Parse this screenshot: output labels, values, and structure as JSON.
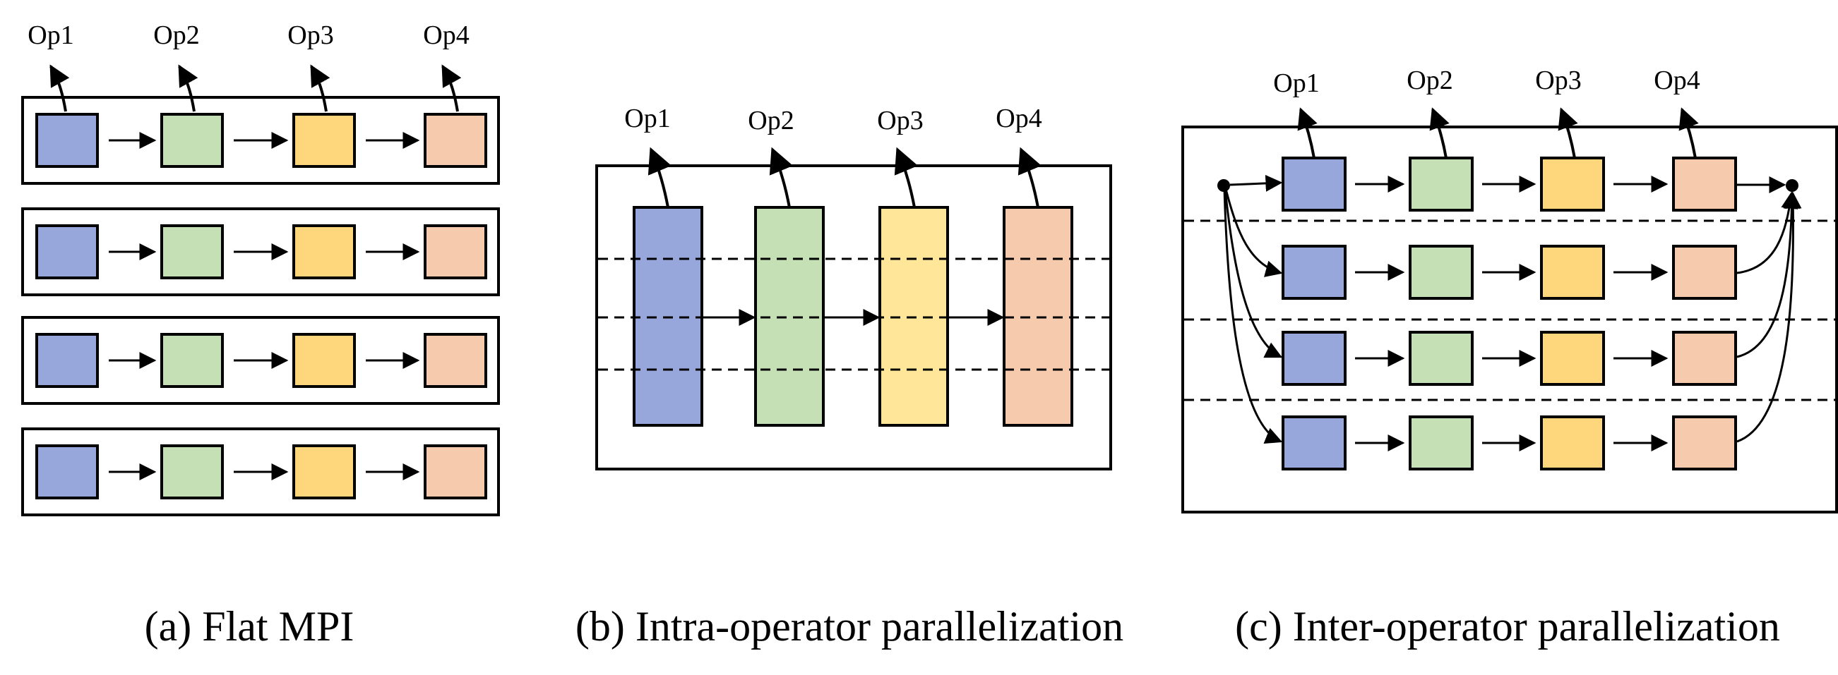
{
  "colors": {
    "op1": "#97a6db",
    "op2": "#c5e0b5",
    "op3": "#fed67c",
    "op3_intra": "#ffe699",
    "op4": "#f6caad",
    "stroke": "#000000"
  },
  "panels": [
    {
      "id": "a",
      "caption": "(a) Flat MPI",
      "op_labels": [
        "Op1",
        "Op2",
        "Op3",
        "Op4"
      ],
      "rows": 4
    },
    {
      "id": "b",
      "caption": "(b) Intra-operator parallelization",
      "op_labels": [
        "Op1",
        "Op2",
        "Op3",
        "Op4"
      ],
      "partitions": 4
    },
    {
      "id": "c",
      "caption": "(c) Inter-operator parallelization",
      "op_labels": [
        "Op1",
        "Op2",
        "Op3",
        "Op4"
      ],
      "rows": 4
    }
  ]
}
